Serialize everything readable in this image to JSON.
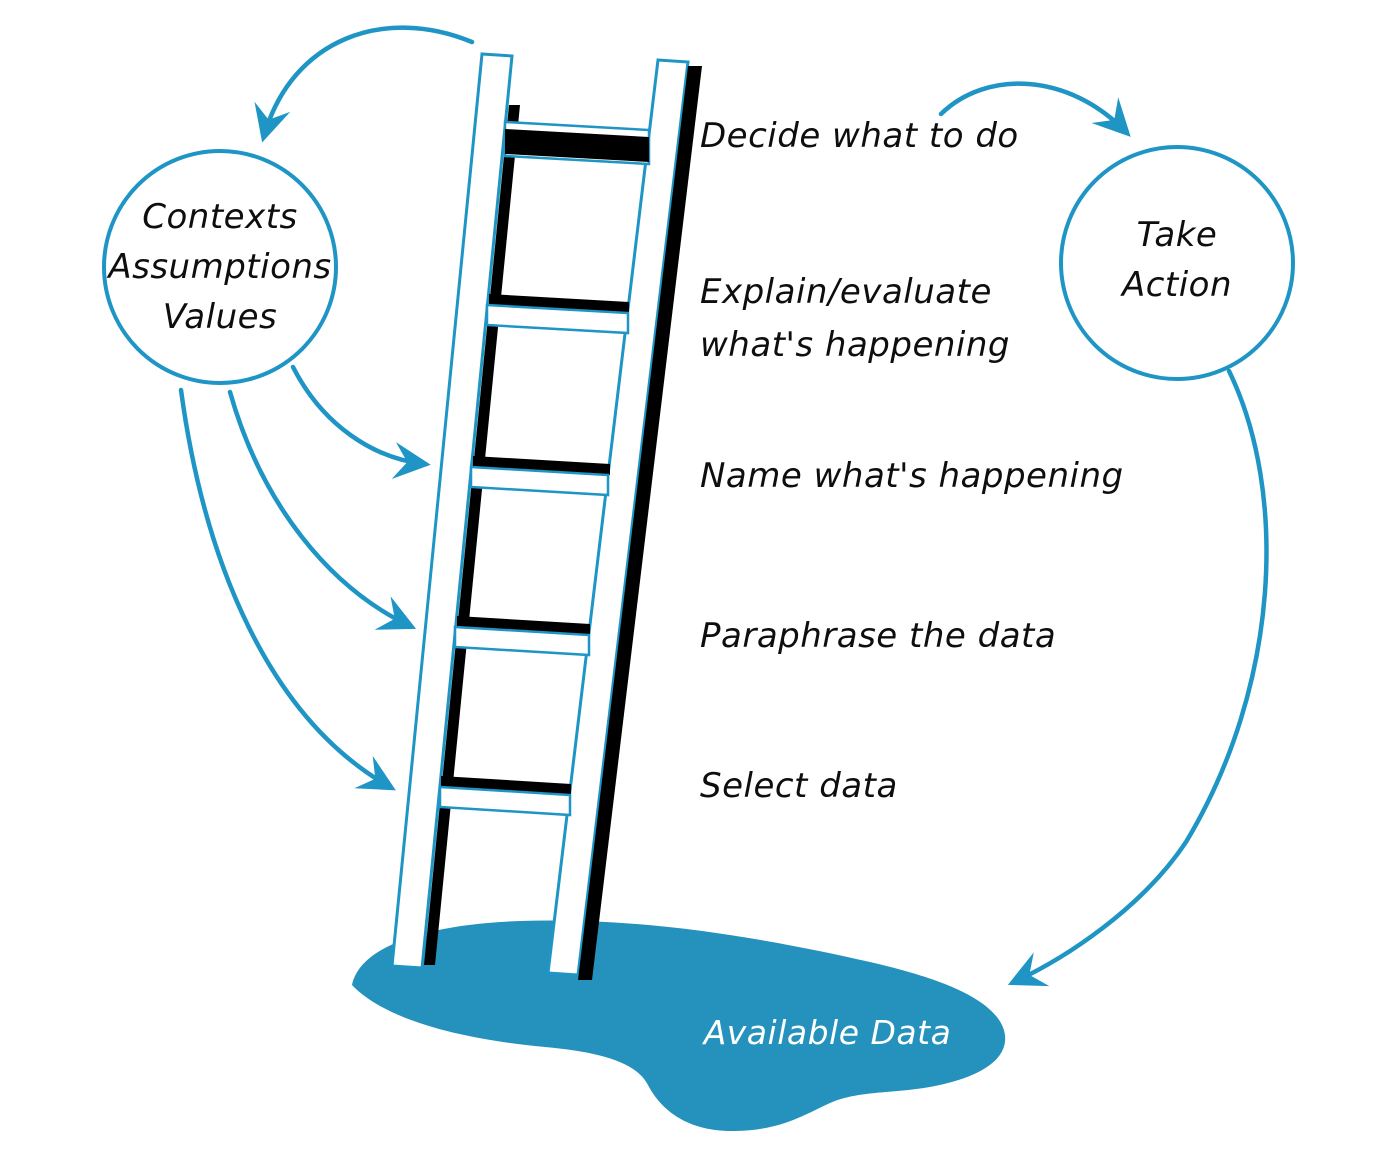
{
  "colors": {
    "accent": "#1e95c5",
    "blob_fill": "#2492bc",
    "shadow": "#000000",
    "text": "#0e0e0e",
    "background": "#ffffff"
  },
  "left_circle": {
    "lines": [
      "Contexts",
      "Assumptions",
      "Values"
    ]
  },
  "right_circle": {
    "lines": [
      "Take",
      "Action"
    ]
  },
  "ladder_labels": {
    "decide": "Decide what to do",
    "explain_line1": "Explain/evaluate",
    "explain_line2": "what's happening",
    "name": "Name what's happening",
    "paraphrase": "Paraphrase the data",
    "select": "Select data"
  },
  "base": {
    "available_data": "Available Data"
  }
}
